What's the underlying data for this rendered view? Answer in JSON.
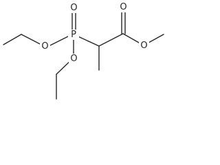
{
  "molecule": {
    "atoms": {
      "phosphorus": "P",
      "phosphoryl_oxygen": "O",
      "ester_oxygen_upper": "O",
      "ester_oxygen_lower": "O",
      "carbonyl_oxygen": "O",
      "methoxy_oxygen": "O"
    }
  }
}
